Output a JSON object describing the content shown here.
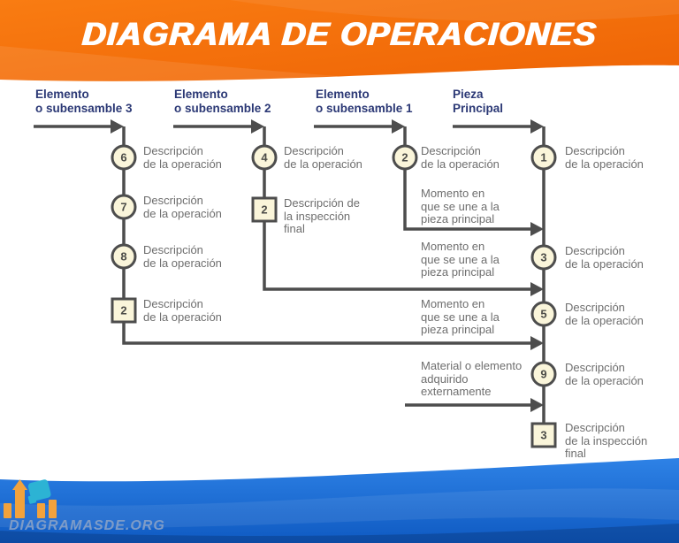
{
  "header": {
    "title": "DIAGRAMA DE OPERACIONES"
  },
  "colors": {
    "banner_orange": "#F8700D",
    "line_gray": "#4D4D4D",
    "symbol_fill": "#FAF5DA",
    "header_navy": "#2B3875",
    "text_gray": "#6E6E6E",
    "footer_blue": "#1563CE",
    "logo_amber": "#F2A23C",
    "logo_teal": "#2CB3D4",
    "logo_text_color": "#7E9CC8"
  },
  "diagram": {
    "columns": [
      {
        "label": "Elemento\no subensamble 3"
      },
      {
        "label": "Elemento\no subensamble 2"
      },
      {
        "label": "Elemento\no subensamble 1"
      },
      {
        "label": "Pieza\nPrincipal"
      }
    ],
    "nodes": [
      {
        "shape": "circle",
        "number": "6",
        "label": "Descripción\nde la operación"
      },
      {
        "shape": "circle",
        "number": "7",
        "label": "Descripción\nde la operación"
      },
      {
        "shape": "circle",
        "number": "8",
        "label": "Descripción\nde la operación"
      },
      {
        "shape": "square",
        "number": "2",
        "label": "Descripción\nde la operación"
      },
      {
        "shape": "circle",
        "number": "4",
        "label": "Descripción\nde la operación"
      },
      {
        "shape": "square",
        "number": "2",
        "label": "Descripción de\nla inspección\nfinal"
      },
      {
        "shape": "circle",
        "number": "2",
        "label": "Descripción\nde la operación"
      },
      {
        "shape": "circle",
        "number": "1",
        "label": "Descripción\nde la operación"
      },
      {
        "shape": "circle",
        "number": "3",
        "label": "Descripción\nde la operación"
      },
      {
        "shape": "circle",
        "number": "5",
        "label": "Descripción\nde la operación"
      },
      {
        "shape": "circle",
        "number": "9",
        "label": "Descripción\nde la operación"
      },
      {
        "shape": "square",
        "number": "3",
        "label": "Descripción\nde la inspección\nfinal"
      }
    ],
    "junction_labels": [
      {
        "label": "Momento en\nque se une a la\npieza principal"
      },
      {
        "label": "Momento en\nque se une a la\npieza principal"
      },
      {
        "label": "Momento en\nque se une a la\npieza principal"
      },
      {
        "label": "Material o elemento\nadquirido\nexternamente"
      }
    ]
  },
  "footer": {
    "logo_text": "DIAGRAMASDE.ORG"
  }
}
